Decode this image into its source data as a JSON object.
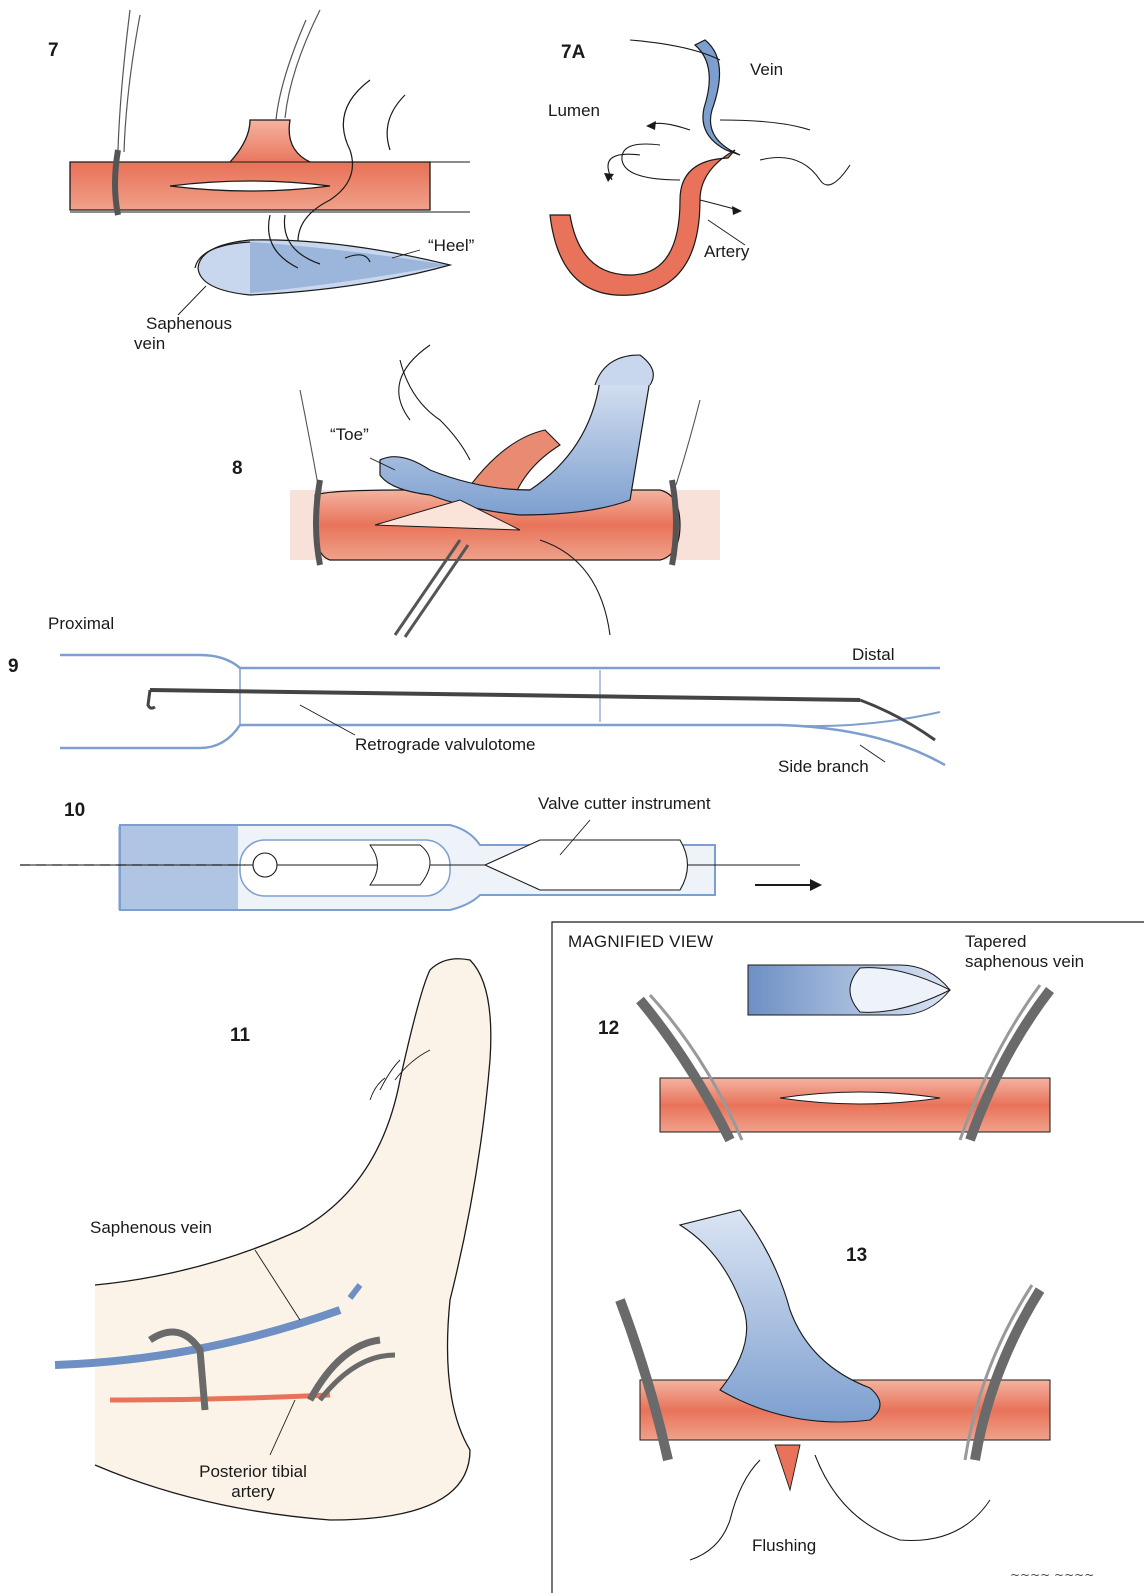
{
  "panels": {
    "p7": {
      "number": "7",
      "labels": {
        "heel": "“Heel”",
        "saphenous_line1": "Saphenous",
        "saphenous_line2": "vein"
      }
    },
    "p7a": {
      "number": "7A",
      "labels": {
        "vein": "Vein",
        "lumen": "Lumen",
        "artery": "Artery"
      }
    },
    "p8": {
      "number": "8",
      "labels": {
        "toe": "“Toe”"
      }
    },
    "p9": {
      "number": "9",
      "labels": {
        "proximal": "Proximal",
        "distal": "Distal",
        "valvulotome": "Retrograde valvulotome",
        "side_branch": "Side branch"
      }
    },
    "p10": {
      "number": "10",
      "labels": {
        "valve_cutter": "Valve cutter instrument"
      }
    },
    "p11": {
      "number": "11",
      "labels": {
        "saphenous_vein": "Saphenous vein",
        "tibial_line1": "Posterior tibial",
        "tibial_line2": "artery"
      }
    },
    "magnified": {
      "title": "MAGNIFIED VIEW",
      "p12": {
        "number": "12",
        "tapered_line1": "Tapered",
        "tapered_line2": "saphenous vein"
      },
      "p13": {
        "number": "13",
        "flushing": "Flushing"
      }
    }
  },
  "colors": {
    "artery": "#e8735a",
    "artery_light": "#f6c2b2",
    "vein": "#7d9fcf",
    "vein_light": "#c9d7ee",
    "clamp": "#6a6a6a",
    "skin": "#f5e6cf",
    "ink": "#1a1a1a"
  }
}
